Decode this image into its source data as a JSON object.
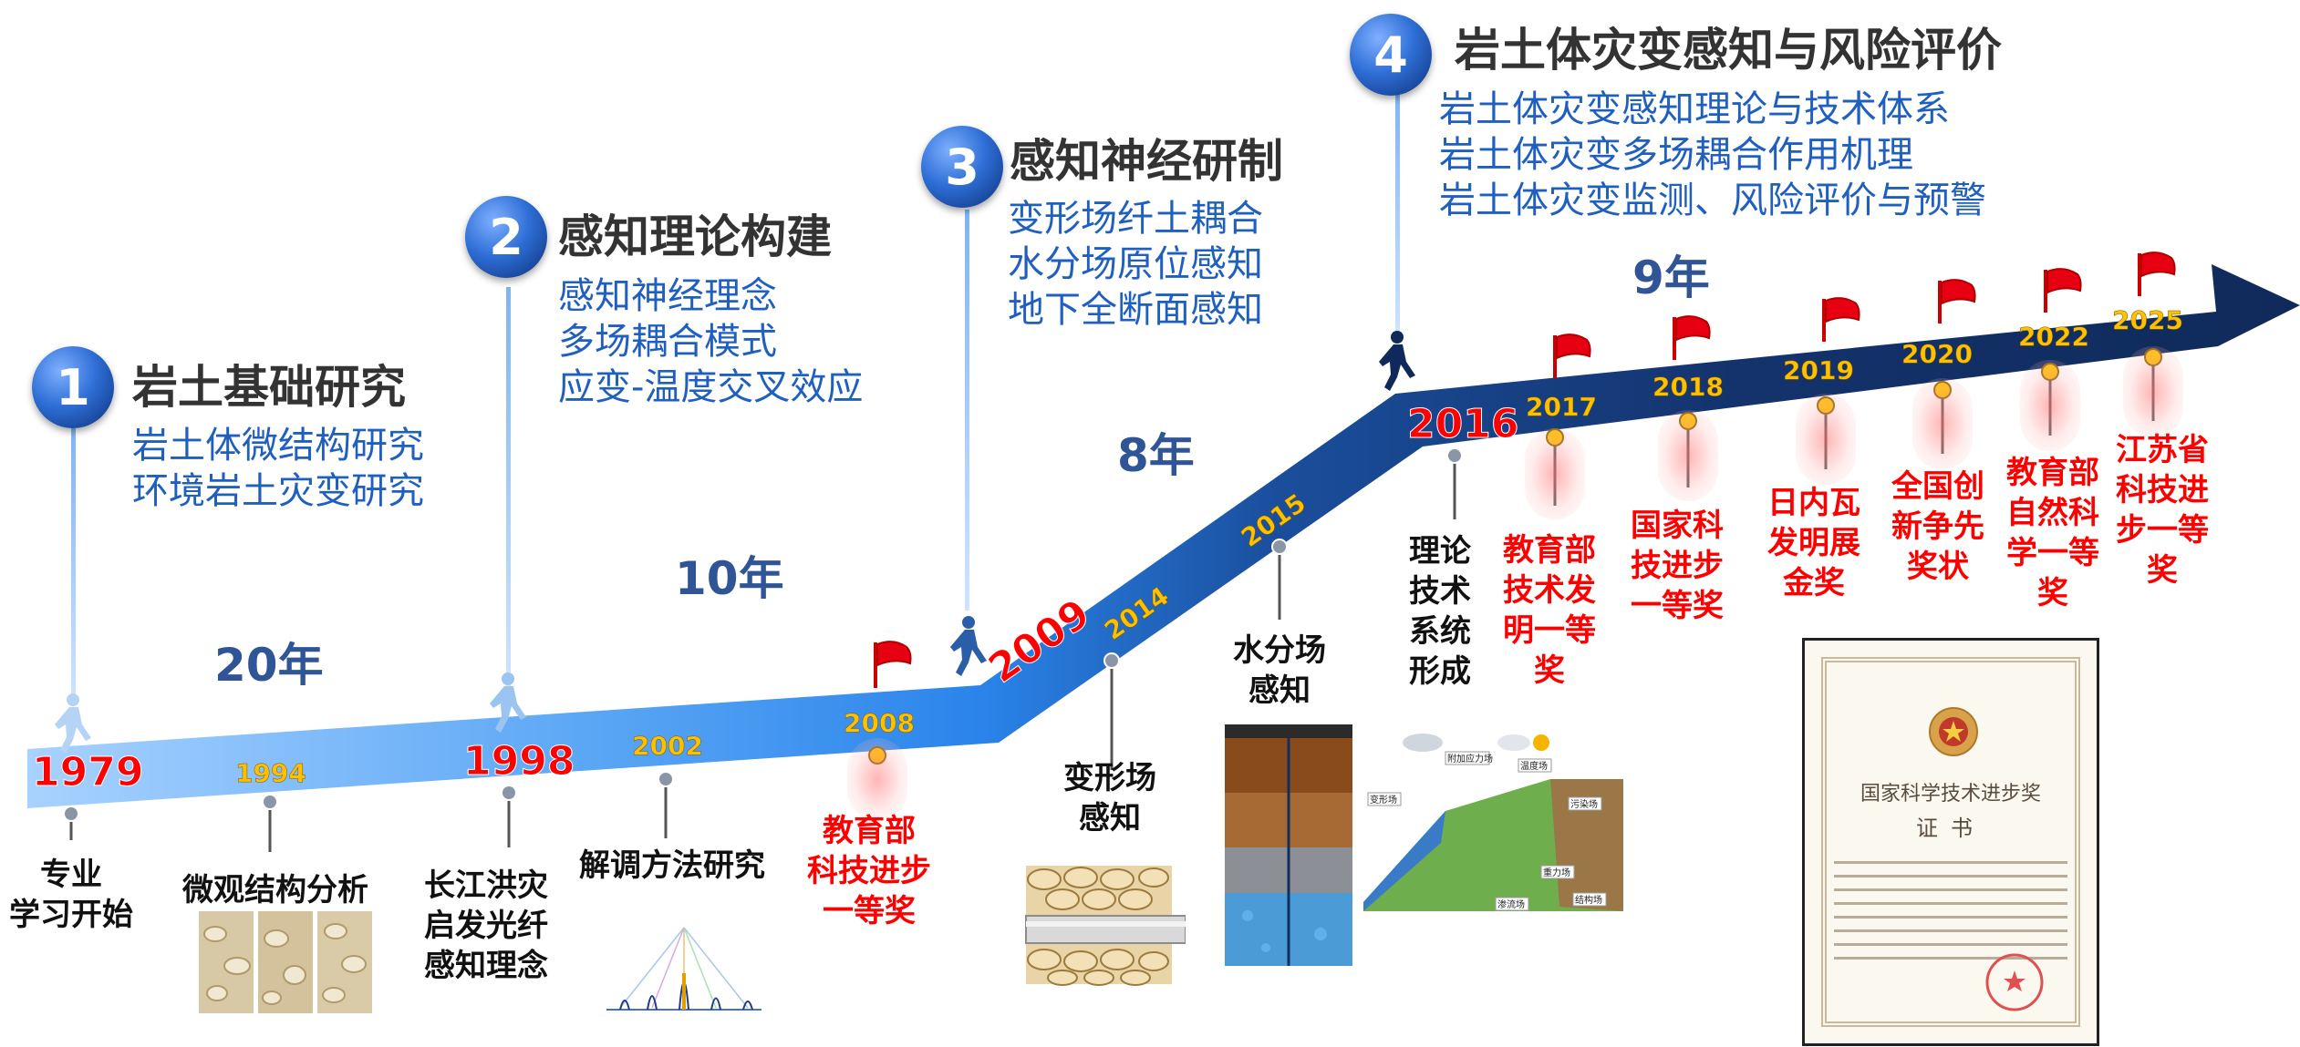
{
  "stages": [
    {
      "number": "1",
      "title": "岩土基础研究",
      "items": [
        "岩土体微结构研究",
        "环境岩土灾变研究"
      ]
    },
    {
      "number": "2",
      "title": "感知理论构建",
      "items": [
        "感知神经理念",
        "多场耦合模式",
        "应变-温度交叉效应"
      ]
    },
    {
      "number": "3",
      "title": "感知神经研制",
      "items": [
        "变形场纤土耦合",
        "水分场原位感知",
        "地下全断面感知"
      ]
    },
    {
      "number": "4",
      "title": "岩土体灾变感知与风险评价",
      "items": [
        "岩土体灾变感知理论与技术体系",
        "岩土体灾变多场耦合作用机理",
        "岩土体灾变监测、风险评价与预警"
      ]
    }
  ],
  "durations": [
    "20年",
    "10年",
    "8年",
    "9年"
  ],
  "milestone_years": {
    "major": [
      "1979",
      "1998",
      "2009",
      "2016"
    ],
    "minor": [
      "1994",
      "2002",
      "2008",
      "2014",
      "2015",
      "2017",
      "2018",
      "2019",
      "2020",
      "2022",
      "2025"
    ]
  },
  "captions": {
    "y1979": "专业\n学习开始",
    "y1994": "微观结构分析",
    "y1998": "长江洪灾\n启发光纤\n感知理念",
    "y2002": "解调方法研究",
    "y2014": "变形场\n感知",
    "y2015": "水分场\n感知",
    "y2016": "理论\n技术\n系统\n形成"
  },
  "awards": {
    "y2008": "教育部\n科技进步\n一等奖",
    "y2017": "教育部\n技术发\n明一等\n奖",
    "y2018": "国家科\n技进步\n一等奖",
    "y2019": "日内瓦\n发明展\n金奖",
    "y2020": "全国创\n新争先\n奖状",
    "y2022": "教育部\n自然科\n学一等\n奖",
    "y2025": "江苏省\n科技进\n步一等\n奖"
  },
  "certificate": {
    "title": "国家科学技术进步奖",
    "subtitle": "证书"
  },
  "diagram_labels": {
    "top": "附加应力场",
    "temp": "温度场",
    "deform": "变形场",
    "pollute": "污染场",
    "gravity": "重力场",
    "seepage": "渗流场",
    "structure": "结构场"
  },
  "colors": {
    "arrow_light": "#8ec5ff",
    "arrow_mid": "#2f86e8",
    "arrow_dark": "#13326a",
    "award_red": "#ff0000",
    "year_gold": "#ffc000",
    "item_blue": "#1f5fbf"
  }
}
